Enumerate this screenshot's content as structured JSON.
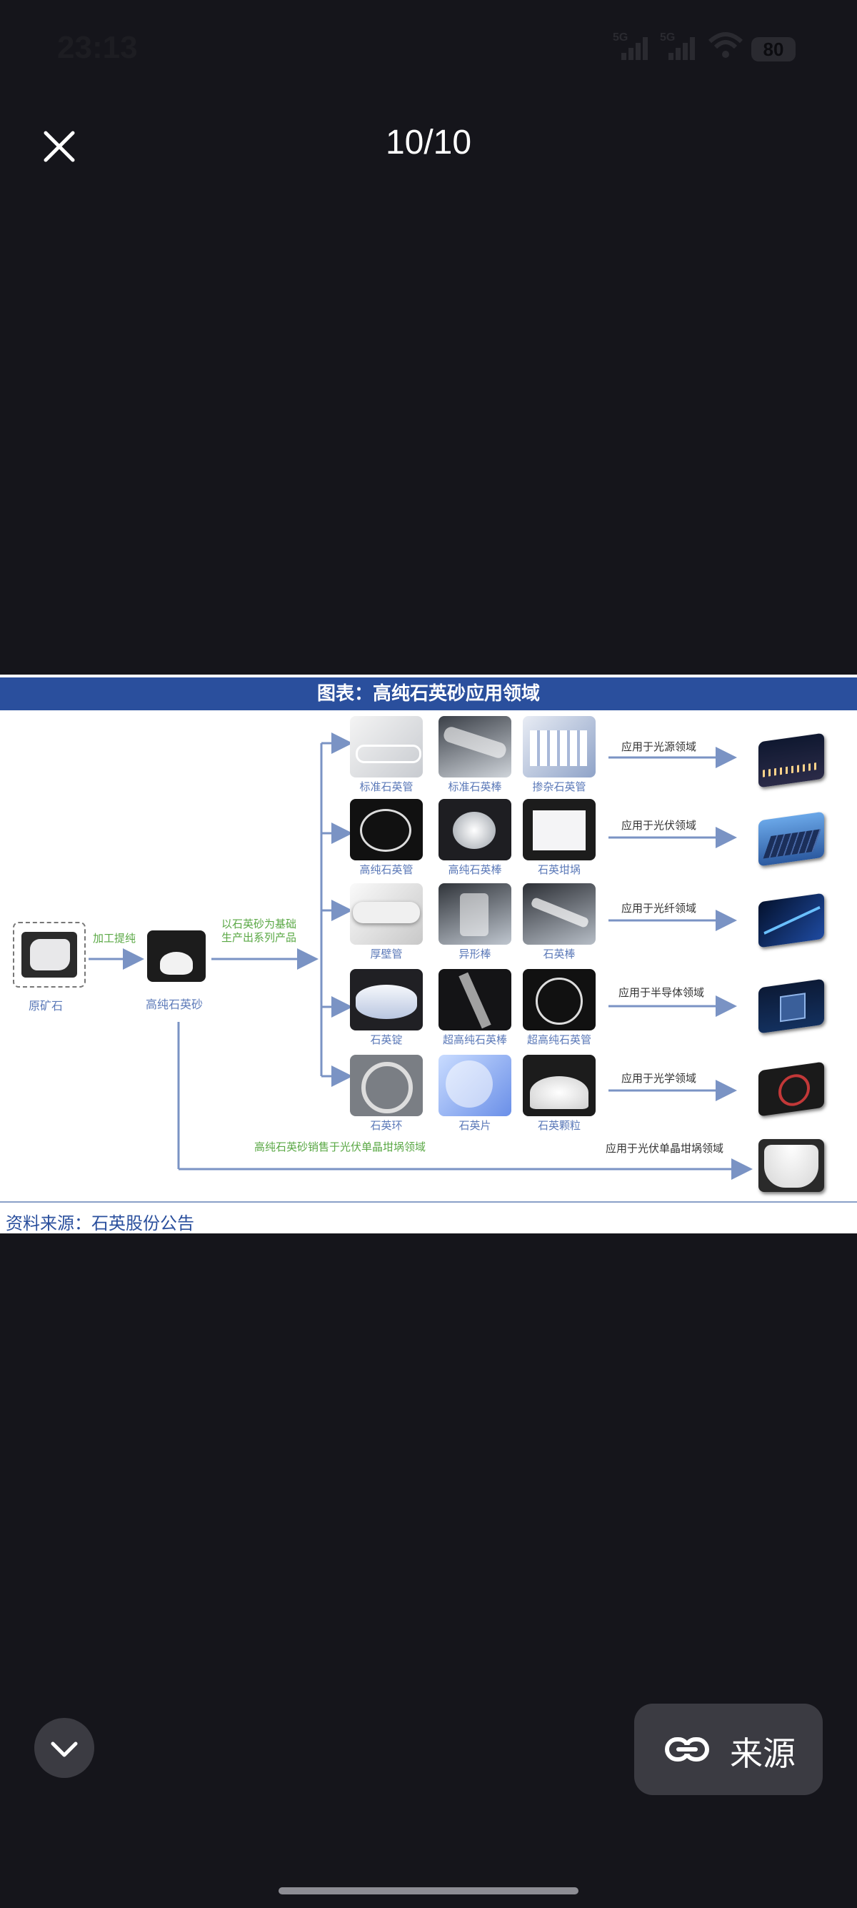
{
  "status": {
    "time": "23:13",
    "sim1": "5G",
    "sim2": "5G",
    "battery": "80"
  },
  "viewer": {
    "counter": "10/10",
    "source_button_label": "来源"
  },
  "figure": {
    "title": "图表：高纯石英砂应用领域",
    "raw_ore_label": "原矿石",
    "process_label": "加工提纯",
    "sand_label": "高纯石英砂",
    "base_label_line1": "以石英砂为基础",
    "base_label_line2": "生产出系列产品",
    "bottom_flow_label": "高纯石英砂销售于光伏单晶坩埚领域",
    "source_text": "资料来源：石英股份公告",
    "product_rows": [
      {
        "products": [
          "标准石英管",
          "标准石英棒",
          "掺杂石英管"
        ],
        "application": "应用于光源领域"
      },
      {
        "products": [
          "高纯石英管",
          "高纯石英棒",
          "石英坩埚"
        ],
        "application": "应用于光伏领域"
      },
      {
        "products": [
          "厚壁管",
          "异形棒",
          "石英棒"
        ],
        "application": "应用于光纤领域"
      },
      {
        "products": [
          "石英锭",
          "超高纯石英棒",
          "超高纯石英管"
        ],
        "application": "应用于半导体领域"
      },
      {
        "products": [
          "石英环",
          "石英片",
          "石英颗粒"
        ],
        "application": "应用于光学领域"
      }
    ],
    "crucible_application": "应用于光伏单晶坩埚领域"
  },
  "colors": {
    "header_blue": "#2a4f9d",
    "arrow_blue": "#7a93c4",
    "label_green": "#5aa845",
    "background": "#15151b"
  }
}
